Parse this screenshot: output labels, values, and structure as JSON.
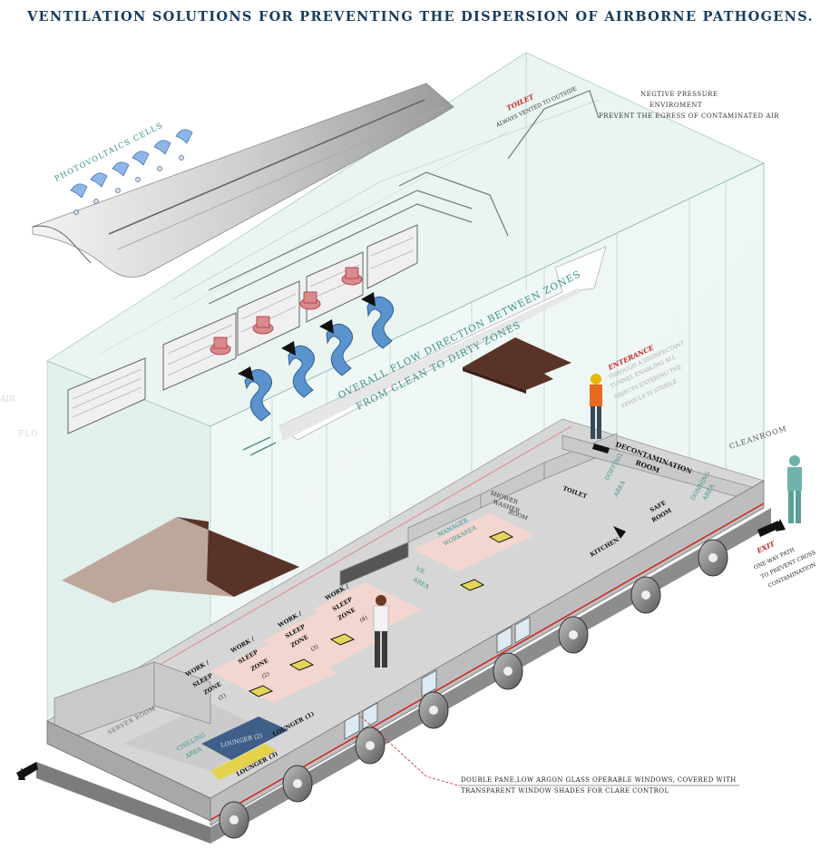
{
  "title": "VENTILATION SOLUTIONS FOR PREVENTING THE DISPERSION OF  AIRBORNE PATHOGENS.",
  "labels": {
    "photovoltaics": "PHOTOVOLTAICS CELLS",
    "toilet_title": "TOILET",
    "toilet_desc": "ALWAYS VENTED TO OUTSIDE",
    "negative_1": "NEGTIVE PRESSURE",
    "negative_2": "ENVIROMENT",
    "negative_3": "PREVENT THE EGRESS OF CONTAMINATED AIR",
    "flow_1": "OVERALL FLOW DIRECTION BETWEEN ZONES",
    "flow_2": "FROM CLEAN TO DIRTY ZONES",
    "entrance_title": "ENTERANCE",
    "entrance_1": "THROUGH A DISINFECTANT",
    "entrance_2": "TUNNEL ENABLING ALL",
    "entrance_3": "OBJECTS ENTERING THE",
    "entrance_4": "VEHICLE IS STERILE",
    "cleanroom": "CLEANROOM",
    "decon_1": "DECONTAMINATION",
    "decon_2": "ROOM",
    "toilet_room": "TOILET",
    "shower_1": "SHOWER",
    "shower_2": "WASHER",
    "shower_3": "ROOM",
    "doffing_1": "DOFFING",
    "doffing_2": "AREA",
    "donning_1": "DONNING",
    "donning_2": "AREA",
    "safe_1": "SAFE",
    "safe_2": "ROOM",
    "kitchen": "KITCHEN",
    "exit_title": "EXIT",
    "exit_1": "ONE-WAY PATH",
    "exit_2": "TO PREVENT CROSS",
    "exit_3": "CONTAMINATION",
    "manager_1": "MANAGER",
    "manager_2": "WORKAREA",
    "vr_1": "VR",
    "vr_2": "AREA",
    "work_1": "WORK /",
    "work_2": "SLEEP",
    "work_3": "ZONE",
    "zone_n1": "(1)",
    "zone_n2": "(2)",
    "zone_n3": "(3)",
    "zone_n4": "(4)",
    "server": "SERVER ROOM",
    "chilling_1": "CHILLING",
    "chilling_2": "AREA",
    "lounger_1": "LOUNGER (1)",
    "lounger_2": "LOUNGER (2)",
    "lounger_3": "LOUNGER (3)",
    "windows_1": "DOUBLE PANE,LOW ARGON GLASS OPERABLE WINDOWS, COVERED WITH",
    "windows_2": "TRANSPARENT WINDOW SHADES FOR CLARE CONTROL",
    "ghost_air": "AIR",
    "ghost_flow": "FLO"
  },
  "colors": {
    "title": "#163c5e",
    "glass": "#dff0ec",
    "glass_stroke": "#8fb5b0",
    "floor": "#d9d9d9",
    "walls": "#b9b9b9",
    "chassis": "#8c8c8c",
    "accent_red": "#cc2222",
    "arrow_blue": "#4a84c4",
    "pink_zone": "#f3d6cf",
    "teal_text": "#3a8f8a",
    "wood": "#5a3328",
    "lounger_blue": "#3f5f88",
    "lounger_yellow": "#e4d24a"
  }
}
